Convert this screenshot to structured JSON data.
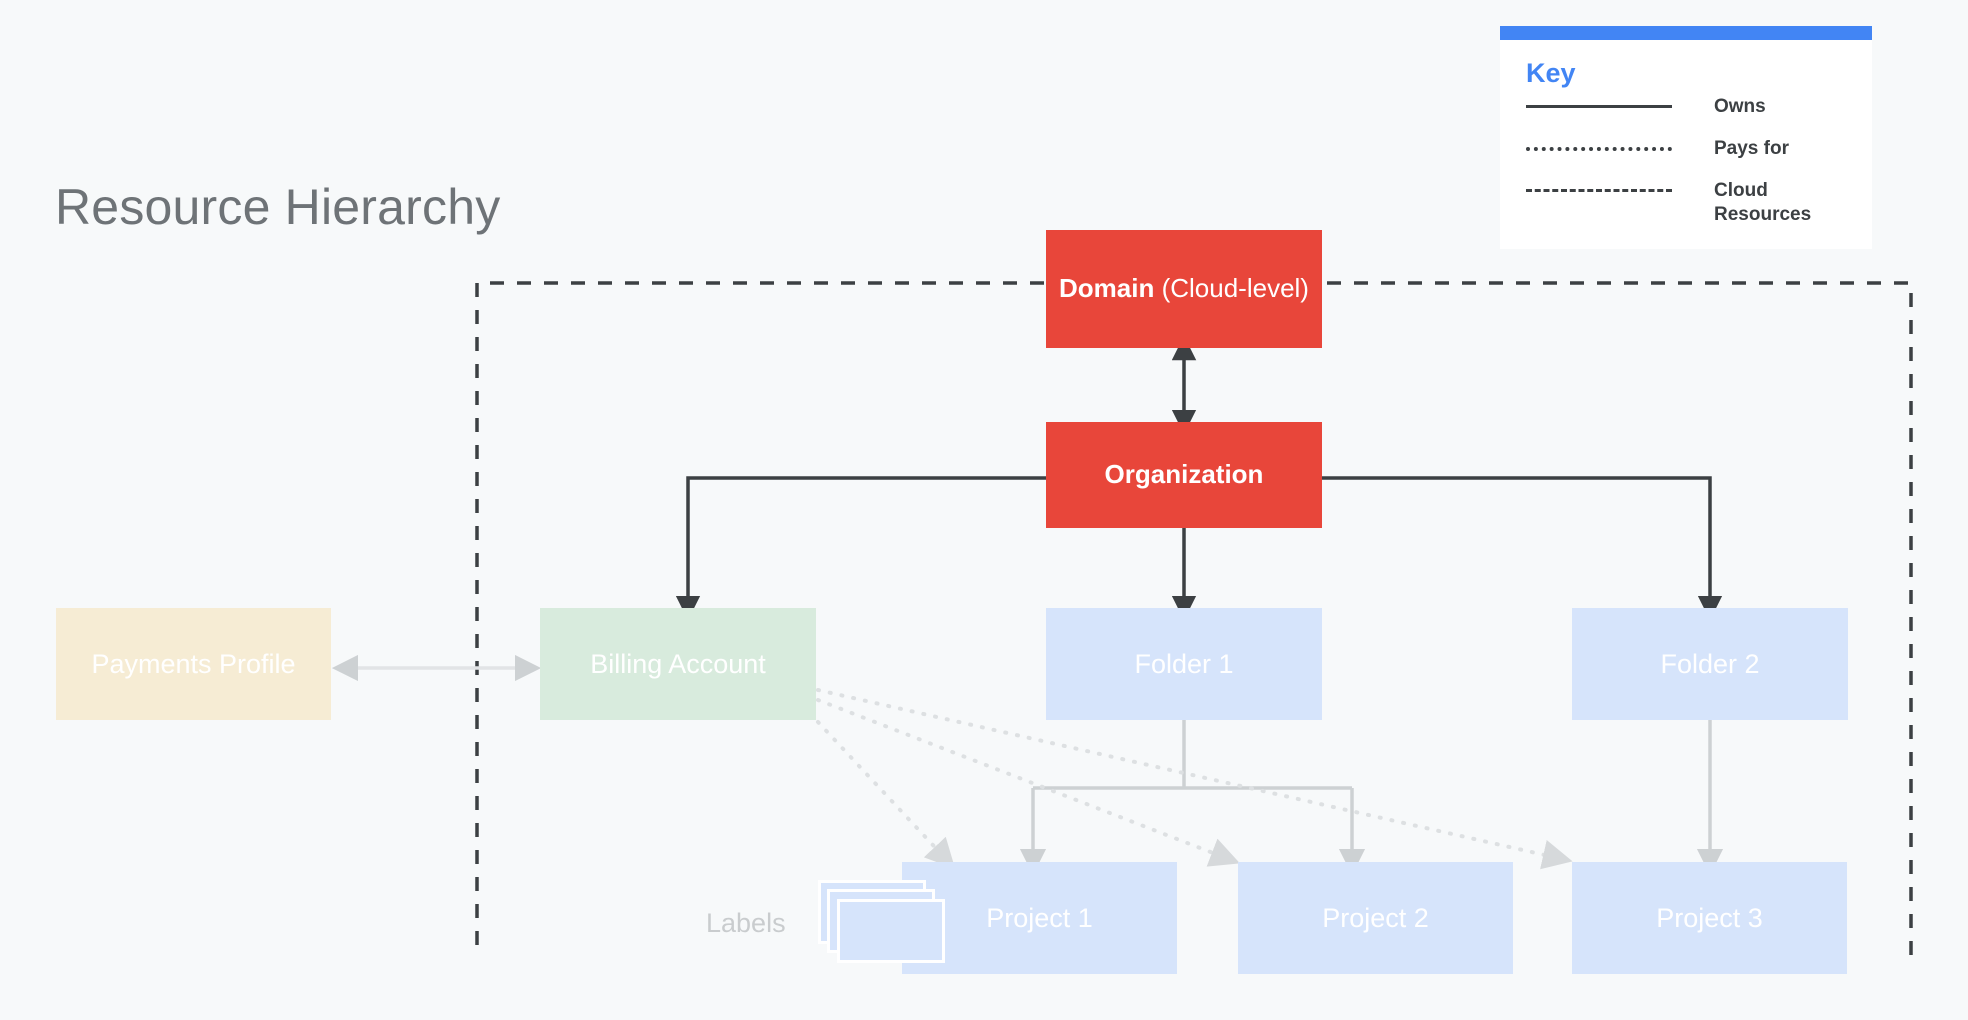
{
  "page": {
    "title": "Resource Hierarchy",
    "background_color": "#F7F9FA"
  },
  "colors": {
    "accent_blue": "#4285F4",
    "red": "#E8463A",
    "green": "#D8EBDD",
    "cream": "#F6ECD4",
    "blue": "#D6E4FB",
    "dark_line": "#3C4043",
    "light_line": "#CDD1D3"
  },
  "key": {
    "title": "Key",
    "entries": [
      {
        "style": "solid",
        "label": "Owns"
      },
      {
        "style": "dotted",
        "label": "Pays for"
      },
      {
        "style": "dashed",
        "label": "Cloud Resources"
      }
    ]
  },
  "nodes": {
    "domain": {
      "strong": "Domain",
      "light": " (Cloud-level)"
    },
    "organization": {
      "label": "Organization"
    },
    "payments_profile": {
      "label": "Payments Profile"
    },
    "billing_account": {
      "label": "Billing Account"
    },
    "folder_1": {
      "label": "Folder 1"
    },
    "folder_2": {
      "label": "Folder 2"
    },
    "project_1": {
      "label": "Project 1"
    },
    "project_2": {
      "label": "Project 2"
    },
    "project_3": {
      "label": "Project 3"
    },
    "labels": {
      "label": "Labels"
    }
  },
  "relationships": [
    {
      "from": "Domain (Cloud-level)",
      "to": "Organization",
      "type": "owns",
      "direction": "bidirectional"
    },
    {
      "from": "Organization",
      "to": "Billing Account",
      "type": "owns",
      "direction": "down"
    },
    {
      "from": "Organization",
      "to": "Folder 1",
      "type": "owns",
      "direction": "down"
    },
    {
      "from": "Organization",
      "to": "Folder 2",
      "type": "owns",
      "direction": "down"
    },
    {
      "from": "Payments Profile",
      "to": "Billing Account",
      "type": "owns",
      "direction": "bidirectional"
    },
    {
      "from": "Billing Account",
      "to": "Project 1",
      "type": "pays for",
      "direction": "down"
    },
    {
      "from": "Billing Account",
      "to": "Project 2",
      "type": "pays for",
      "direction": "down"
    },
    {
      "from": "Billing Account",
      "to": "Project 3",
      "type": "pays for",
      "direction": "down"
    },
    {
      "from": "Folder 1",
      "to": "Project 1",
      "type": "owns",
      "direction": "down"
    },
    {
      "from": "Folder 1",
      "to": "Project 2",
      "type": "owns",
      "direction": "down"
    },
    {
      "from": "Folder 2",
      "to": "Project 3",
      "type": "owns",
      "direction": "down"
    }
  ],
  "cloud_resources_boundary": {
    "style": "dashed",
    "label": "Cloud Resources"
  }
}
